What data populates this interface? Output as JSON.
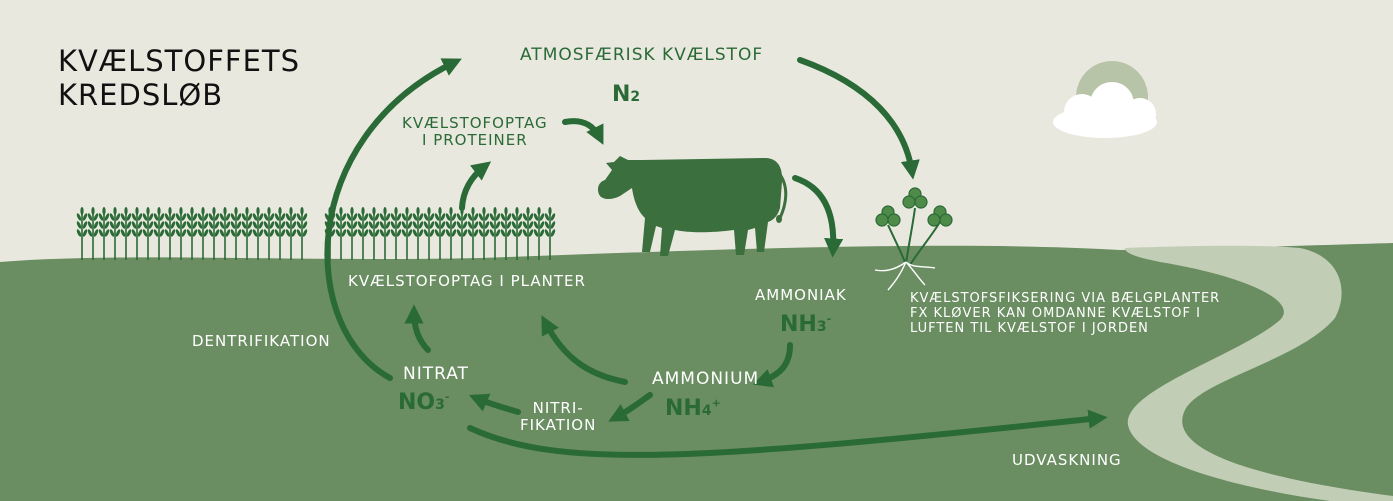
{
  "title": {
    "line1": "KVÆLSTOFFETS",
    "line2": "KREDSLØB"
  },
  "labels": {
    "atmospheric": "Atmosfærisk kvælstof",
    "n2_symbol": "N",
    "n2_sub": "2",
    "protein_line1": "Kvælstofoptag",
    "protein_line2": "i proteiner",
    "plant_uptake": "Kvælstofoptag i planter",
    "ammoniak": "Ammoniak",
    "nh3_symbol": "NH",
    "nh3_sub": "3",
    "nh3_charge": "-",
    "fixation_line1": "Kvælstofsfiksering via bælgplanter",
    "fixation_line2": "Fx kløver kan omdanne kvælstof i",
    "fixation_line3": "luften til kvælstof i jorden",
    "denitrification": "dentrifikation",
    "nitrat": "Nitrat",
    "no3_symbol": "NO",
    "no3_sub": "3",
    "no3_charge": "-",
    "nitrification_line1": "Nitri-",
    "nitrification_line2": "fikation",
    "ammonium": "Ammonium",
    "nh4_symbol": "NH",
    "nh4_sub": "4",
    "nh4_charge": "+",
    "leaching": "Udvaskning"
  },
  "colors": {
    "sky": "#e9e8df",
    "field": "#6a8e61",
    "dark_green": "#2a6a36",
    "river": "#c2cdb6",
    "sun": "#b7c4a7",
    "cloud": "#ffffff"
  },
  "icons": [
    "cow-icon",
    "clover-icon",
    "wheat-icon",
    "sun-icon",
    "cloud-icon"
  ]
}
